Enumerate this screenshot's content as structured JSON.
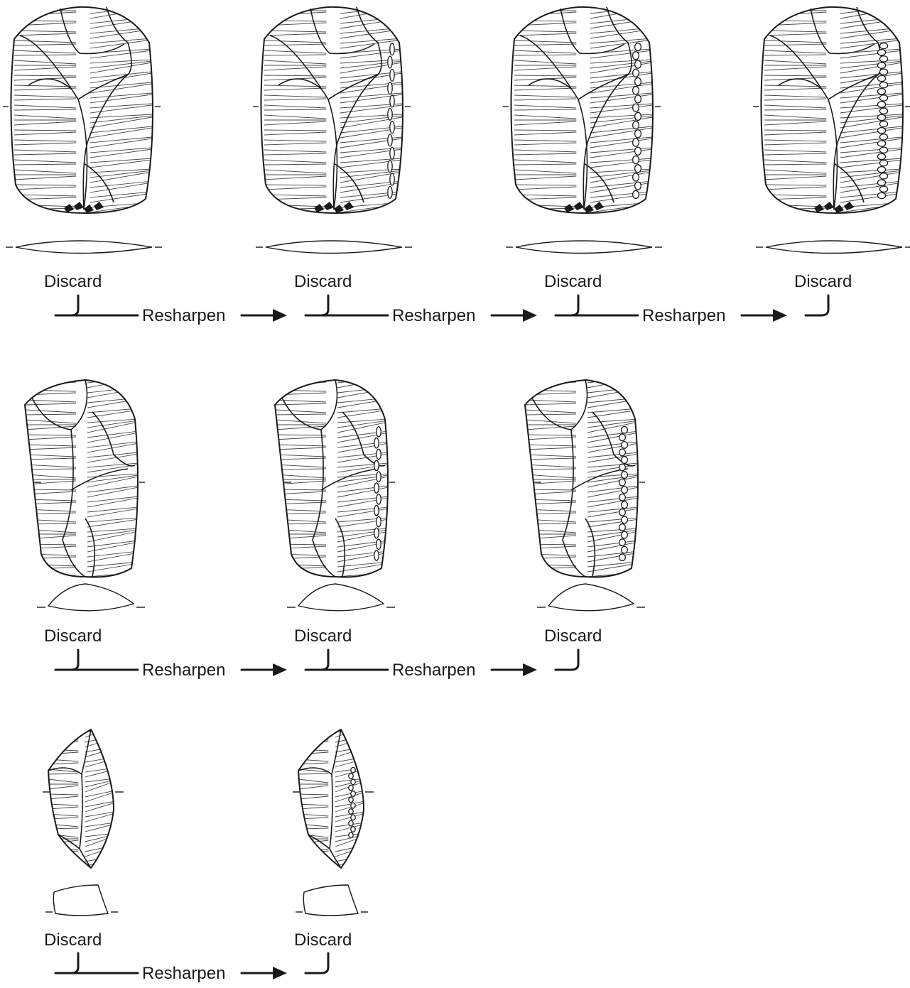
{
  "labels": {
    "discard": "Discard",
    "resharpen": "Resharpen"
  },
  "rows": [
    {
      "stages": [
        {
          "retouch_level": 0
        },
        {
          "retouch_level": 1
        },
        {
          "retouch_level": 2
        },
        {
          "retouch_level": 3
        }
      ]
    },
    {
      "stages": [
        {
          "retouch_level": 0
        },
        {
          "retouch_level": 1
        },
        {
          "retouch_level": 2
        }
      ]
    },
    {
      "stages": [
        {
          "retouch_level": 0
        },
        {
          "retouch_level": 1
        }
      ]
    }
  ]
}
